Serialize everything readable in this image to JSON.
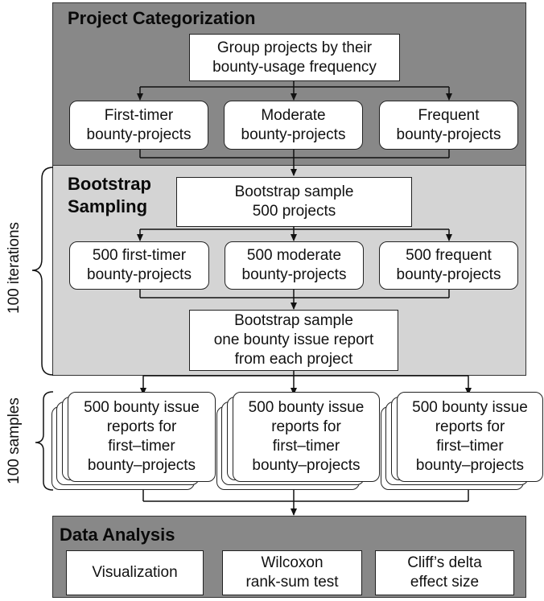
{
  "sections": {
    "categorization": {
      "title": "Project Categorization",
      "group_box": "Group projects by their\nbounty-usage frequency",
      "categories": [
        "First-timer\nbounty-projects",
        "Moderate\nbounty-projects",
        "Frequent\nbounty-projects"
      ]
    },
    "bootstrap": {
      "title": "Bootstrap\nSampling",
      "sample_box": "Bootstrap sample\n500 projects",
      "subsets": [
        "500 first-timer\nbounty-projects",
        "500 moderate\nbounty-projects",
        "500 frequent\nbounty-projects"
      ],
      "issue_box": "Bootstrap sample\none bounty issue report\nfrom each project"
    },
    "samples": {
      "stacks": [
        "500 bounty issue\nreports for\nfirst–timer\nbounty–projects",
        "500 bounty issue\nreports for\nfirst–timer\nbounty–projects",
        "500 bounty issue\nreports for\nfirst–timer\nbounty–projects"
      ]
    },
    "analysis": {
      "title": "Data Analysis",
      "methods": [
        "Visualization",
        "Wilcoxon\nrank-sum test",
        "Cliff’s delta\neffect size"
      ]
    }
  },
  "side_labels": {
    "iterations": "100 iterations",
    "samples": "100 samples"
  },
  "colors": {
    "dark_panel": "#888888",
    "light_panel": "#d4d4d4",
    "line": "#111111"
  }
}
